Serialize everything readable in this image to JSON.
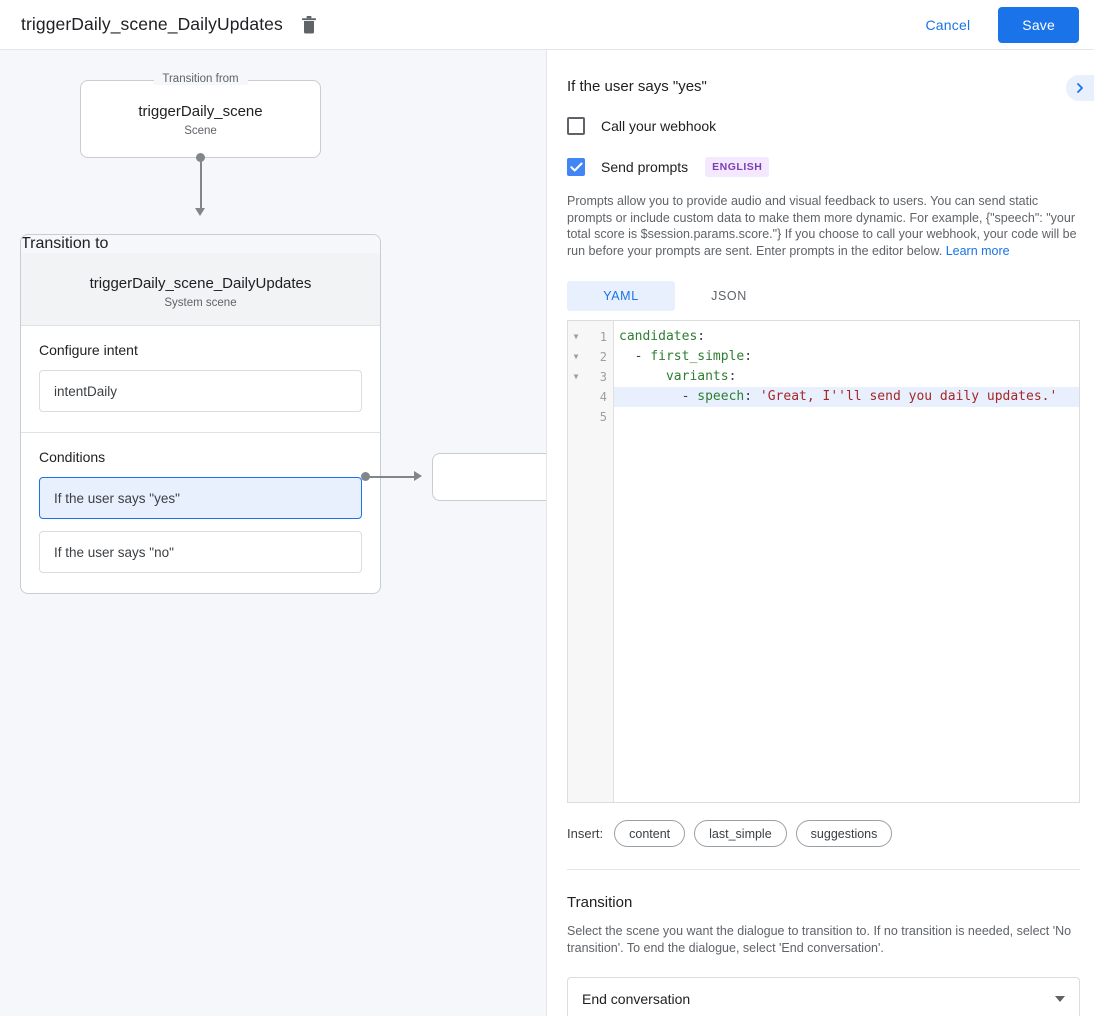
{
  "topbar": {
    "title": "triggerDaily_scene_DailyUpdates",
    "delete_icon": "trash-icon",
    "cancel_label": "Cancel",
    "save_label": "Save"
  },
  "canvas": {
    "transition_from": {
      "legend": "Transition from",
      "title": "triggerDaily_scene",
      "subtitle": "Scene"
    },
    "transition_to": {
      "legend": "Transition to",
      "title": "triggerDaily_scene_DailyUpdates",
      "subtitle": "System scene"
    },
    "configure_intent": {
      "label": "Configure intent",
      "value": "intentDaily"
    },
    "conditions": {
      "label": "Conditions",
      "items": [
        {
          "label": "If the user says \"yes\"",
          "selected": true
        },
        {
          "label": "If the user says \"no\"",
          "selected": false
        }
      ]
    }
  },
  "panel": {
    "title": "If the user says \"yes\"",
    "collapse_icon": "chevron-right-icon",
    "webhook": {
      "label": "Call your webhook",
      "checked": false
    },
    "prompts": {
      "label": "Send prompts",
      "checked": true,
      "language_badge": "ENGLISH",
      "description": "Prompts allow you to provide audio and visual feedback to users. You can send static prompts or include custom data to make them more dynamic. For example, {\"speech\": \"your total score is $session.params.score.\"} If you choose to call your webhook, your code will be run before your prompts are sent. Enter prompts in the editor below.",
      "learn_more": "Learn more"
    },
    "editor": {
      "tabs": [
        {
          "label": "YAML",
          "active": true
        },
        {
          "label": "JSON",
          "active": false
        }
      ],
      "lines": [
        {
          "num": "1",
          "fold": true,
          "highlighted": false,
          "tokens": [
            {
              "t": "k",
              "v": "candidates"
            },
            {
              "t": "p",
              "v": ":"
            }
          ]
        },
        {
          "num": "2",
          "fold": true,
          "highlighted": false,
          "tokens": [
            {
              "t": "p",
              "v": "  - "
            },
            {
              "t": "k",
              "v": "first_simple"
            },
            {
              "t": "p",
              "v": ":"
            }
          ]
        },
        {
          "num": "3",
          "fold": true,
          "highlighted": false,
          "tokens": [
            {
              "t": "p",
              "v": "      "
            },
            {
              "t": "k",
              "v": "variants"
            },
            {
              "t": "p",
              "v": ":"
            }
          ]
        },
        {
          "num": "4",
          "fold": false,
          "highlighted": true,
          "tokens": [
            {
              "t": "p",
              "v": "        - "
            },
            {
              "t": "k",
              "v": "speech"
            },
            {
              "t": "p",
              "v": ": "
            },
            {
              "t": "s",
              "v": "'Great, I''ll send you daily updates.'"
            }
          ]
        },
        {
          "num": "5",
          "fold": false,
          "highlighted": false,
          "tokens": []
        }
      ]
    },
    "insert": {
      "label": "Insert:",
      "chips": [
        "content",
        "last_simple",
        "suggestions"
      ]
    },
    "transition": {
      "title": "Transition",
      "description": "Select the scene you want the dialogue to transition to. If no transition is needed, select 'No transition'. To end the dialogue, select 'End conversation'.",
      "selected": "End conversation",
      "caret_icon": "chevron-down-icon"
    }
  },
  "colors": {
    "accent": "#1a73e8",
    "checkbox_checked": "#4285f4",
    "canvas_bg": "#f5f7fa",
    "selected_cond_bg": "#e8f0fe",
    "badge_bg": "#f3e8fd",
    "badge_fg": "#7b3fb5",
    "yaml_key": "#2e7d32",
    "yaml_string": "#a52727"
  }
}
